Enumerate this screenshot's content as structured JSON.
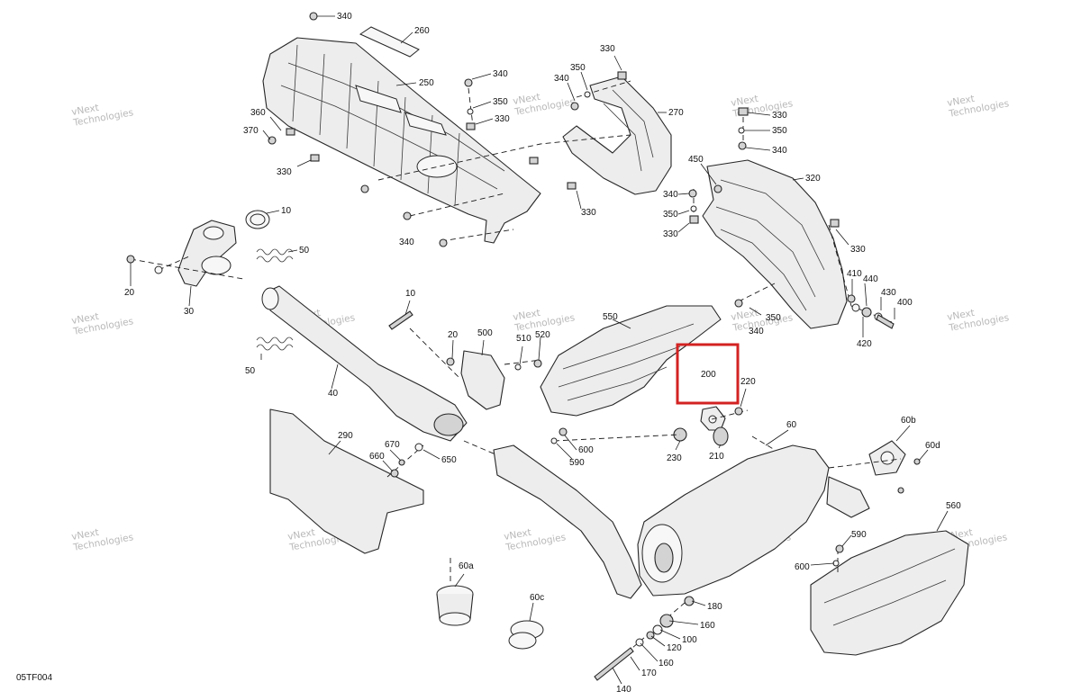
{
  "diagram_code": "05TF004",
  "highlight_color": "#d32222",
  "watermark": [
    "vNext",
    "Technologies"
  ],
  "callouts": [
    {
      "id": "c340a",
      "label": "340"
    },
    {
      "id": "c260",
      "label": "260"
    },
    {
      "id": "c250",
      "label": "250"
    },
    {
      "id": "c360",
      "label": "360"
    },
    {
      "id": "c370",
      "label": "370"
    },
    {
      "id": "c330a",
      "label": "330"
    },
    {
      "id": "c340b",
      "label": "340"
    },
    {
      "id": "c350a",
      "label": "350"
    },
    {
      "id": "c330b",
      "label": "330"
    },
    {
      "id": "c340c",
      "label": "340"
    },
    {
      "id": "c350b",
      "label": "350"
    },
    {
      "id": "c330c",
      "label": "330"
    },
    {
      "id": "c270",
      "label": "270"
    },
    {
      "id": "c330d",
      "label": "330"
    },
    {
      "id": "c340d",
      "label": "340"
    },
    {
      "id": "c330e",
      "label": "330"
    },
    {
      "id": "c350c",
      "label": "350"
    },
    {
      "id": "c340e",
      "label": "340"
    },
    {
      "id": "c450",
      "label": "450"
    },
    {
      "id": "c340f",
      "label": "340"
    },
    {
      "id": "c350d",
      "label": "350"
    },
    {
      "id": "c330f",
      "label": "330"
    },
    {
      "id": "c320",
      "label": "320"
    },
    {
      "id": "c330g",
      "label": "330"
    },
    {
      "id": "c10a",
      "label": "10"
    },
    {
      "id": "c50a",
      "label": "50"
    },
    {
      "id": "c20a",
      "label": "20"
    },
    {
      "id": "c30",
      "label": "30"
    },
    {
      "id": "c410",
      "label": "410"
    },
    {
      "id": "c440",
      "label": "440"
    },
    {
      "id": "c430",
      "label": "430"
    },
    {
      "id": "c400",
      "label": "400"
    },
    {
      "id": "c420",
      "label": "420"
    },
    {
      "id": "c350e",
      "label": "350"
    },
    {
      "id": "c340g",
      "label": "340"
    },
    {
      "id": "c10b",
      "label": "10"
    },
    {
      "id": "c20b",
      "label": "20"
    },
    {
      "id": "c500",
      "label": "500"
    },
    {
      "id": "c510",
      "label": "510"
    },
    {
      "id": "c520",
      "label": "520"
    },
    {
      "id": "c550",
      "label": "550"
    },
    {
      "id": "c50b",
      "label": "50"
    },
    {
      "id": "c40",
      "label": "40"
    },
    {
      "id": "c200",
      "label": "200"
    },
    {
      "id": "c220",
      "label": "220"
    },
    {
      "id": "c60",
      "label": "60"
    },
    {
      "id": "c60b",
      "label": "60b"
    },
    {
      "id": "c60d",
      "label": "60d"
    },
    {
      "id": "c230",
      "label": "230"
    },
    {
      "id": "c210",
      "label": "210"
    },
    {
      "id": "c600a",
      "label": "600"
    },
    {
      "id": "c590a",
      "label": "590"
    },
    {
      "id": "c290",
      "label": "290"
    },
    {
      "id": "c670",
      "label": "670"
    },
    {
      "id": "c660",
      "label": "660"
    },
    {
      "id": "c650",
      "label": "650"
    },
    {
      "id": "c560",
      "label": "560"
    },
    {
      "id": "c590b",
      "label": "590"
    },
    {
      "id": "c600b",
      "label": "600"
    },
    {
      "id": "c60a",
      "label": "60a"
    },
    {
      "id": "c60c",
      "label": "60c"
    },
    {
      "id": "c180",
      "label": "180"
    },
    {
      "id": "c160a",
      "label": "160"
    },
    {
      "id": "c100",
      "label": "100"
    },
    {
      "id": "c120",
      "label": "120"
    },
    {
      "id": "c160b",
      "label": "160"
    },
    {
      "id": "c170",
      "label": "170"
    },
    {
      "id": "c140",
      "label": "140"
    }
  ]
}
